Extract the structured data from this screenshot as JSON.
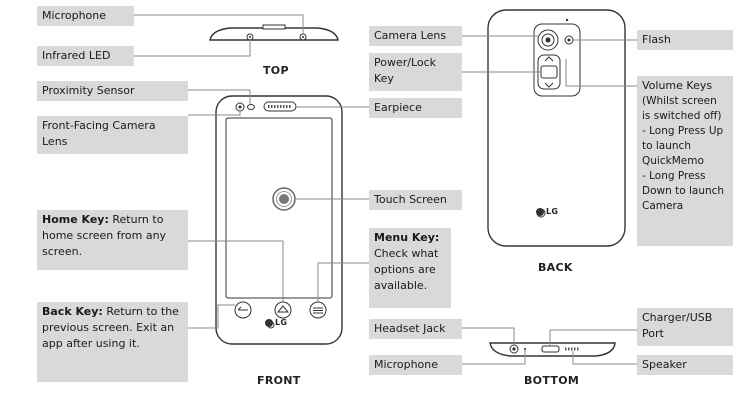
{
  "captions": {
    "top": "TOP",
    "front": "FRONT",
    "back": "BACK",
    "bottom": "BOTTOM"
  },
  "logo_text": "LG",
  "labels": {
    "microphone_top": "Microphone",
    "infrared_led": "Infrared LED",
    "proximity_sensor": "Proximity Sensor",
    "front_camera": "Front-Facing Camera Lens",
    "home_key_title": "Home Key:",
    "home_key_desc": "Return to home screen from any screen.",
    "back_key_title": "Back Key:",
    "back_key_desc": "Return to the previous screen. Exit an app after using it.",
    "earpiece": "Earpiece",
    "touch_screen": "Touch Screen",
    "menu_key_title": "Menu Key:",
    "menu_key_desc": "Check what options are available.",
    "camera_lens": "Camera Lens",
    "power_lock_key": "Power/Lock Key",
    "flash": "Flash",
    "volume_keys_title": "Volume Keys",
    "volume_keys_note": "(Whilst screen is switched off)",
    "volume_keys_item1": "- Long Press Up to launch QuickMemo",
    "volume_keys_item2": "- Long Press Down to launch Camera",
    "headset_jack": "Headset Jack",
    "microphone_bottom": "Microphone",
    "charger_usb_port": "Charger/USB Port",
    "speaker": "Speaker"
  }
}
